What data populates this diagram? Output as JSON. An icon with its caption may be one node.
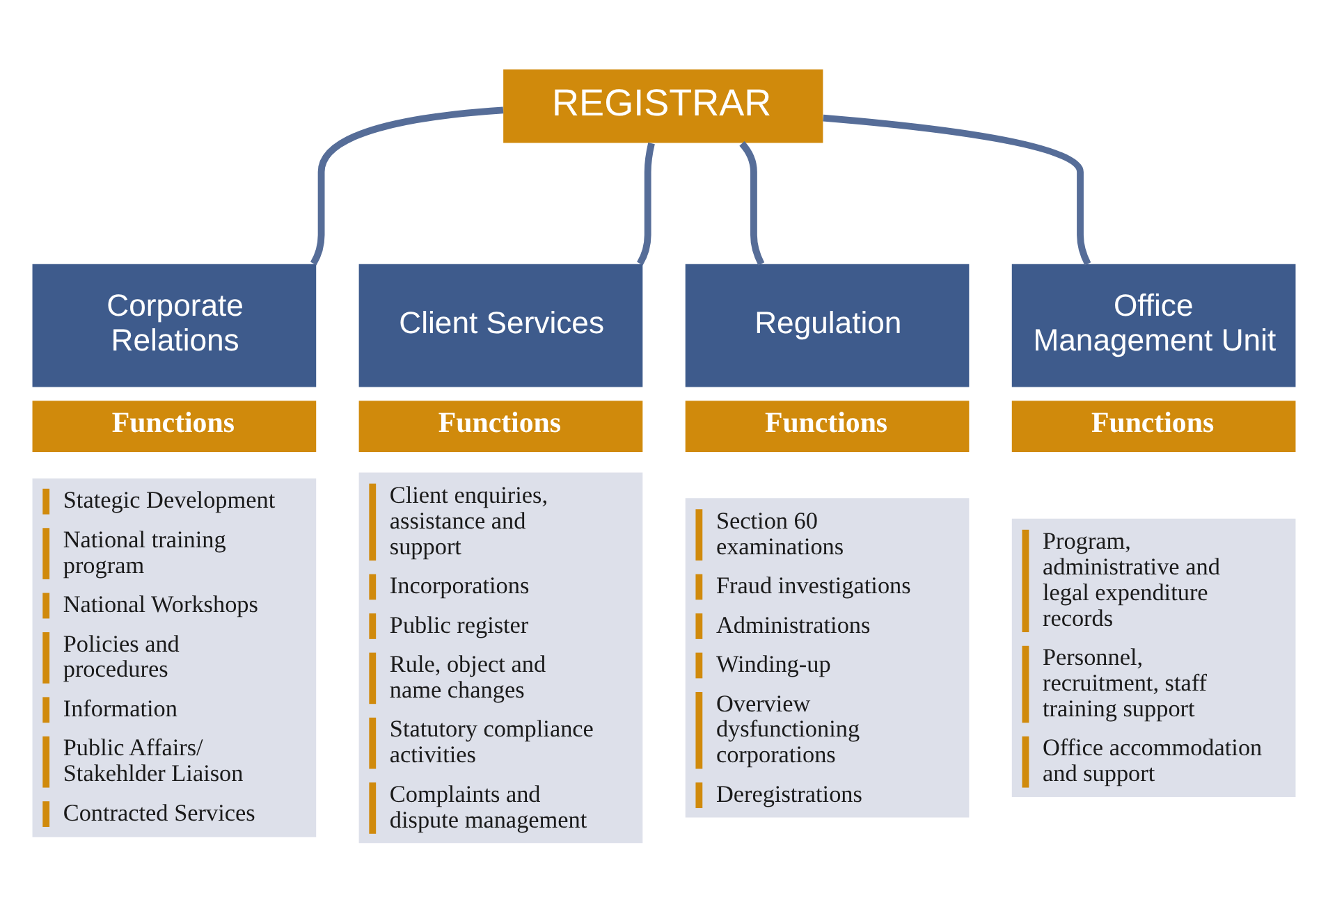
{
  "diagram": {
    "nodes": [
      {
        "text": [
          "REGISTRAR"
        ]
      },
      {
        "text": [
          "Corporate Relations"
        ]
      },
      {
        "text": [
          "Client Services"
        ]
      },
      {
        "text": [
          "Regulation"
        ]
      },
      {
        "text": [
          "Office Management Unit"
        ]
      },
      {
        "text": [
          "Functions"
        ]
      },
      {
        "text": [
          "Functions"
        ]
      },
      {
        "text": [
          "Functions"
        ]
      },
      {
        "text": [
          "Functions"
        ]
      },
      {
        "text": [
          "Stategic Development",
          "National training program",
          "National Workshops",
          "Policies and procedures",
          "Information",
          "Public Affairs/ Stakehlder Liaison",
          "Contracted Services"
        ]
      },
      {
        "text": [
          "Client enquiries, assistance and support",
          "Incorporations",
          "Public register",
          "Rule, object and name changes",
          "Statutory compliance activities",
          "Complaints and dispute management"
        ]
      },
      {
        "text": [
          "Section 60 examinations",
          "Fraud investigations",
          "Administrations",
          "Winding-up",
          "Overview dysfunctioning corporations",
          "Deregistrations"
        ]
      },
      {
        "text": [
          "Program, administrative and legal expenditure records",
          "Personnel, recruitment, staff training support",
          "Office accommodation and support"
        ]
      }
    ],
    "edges": [
      {
        "from": 0,
        "to": 1,
        "arrow": "none"
      },
      {
        "from": 0,
        "to": 2,
        "arrow": "none"
      },
      {
        "from": 0,
        "to": 3,
        "arrow": "none"
      },
      {
        "from": 0,
        "to": 4,
        "arrow": "none"
      }
    ]
  }
}
